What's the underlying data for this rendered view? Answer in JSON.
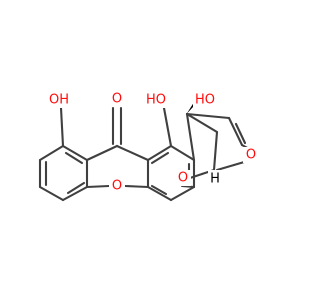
{
  "colors": {
    "bond": "#404040",
    "oxygen": "#ff0d0d",
    "background": "#ffffff"
  },
  "labels": {
    "oh_left": "OH",
    "oh_mid": "HO",
    "oh_right": "HO",
    "ketone_o": "O",
    "ring_o_xanthene": "O",
    "ring_o_furan_a": "O",
    "ring_o_furan_b": "O",
    "h_stereo": "H"
  }
}
